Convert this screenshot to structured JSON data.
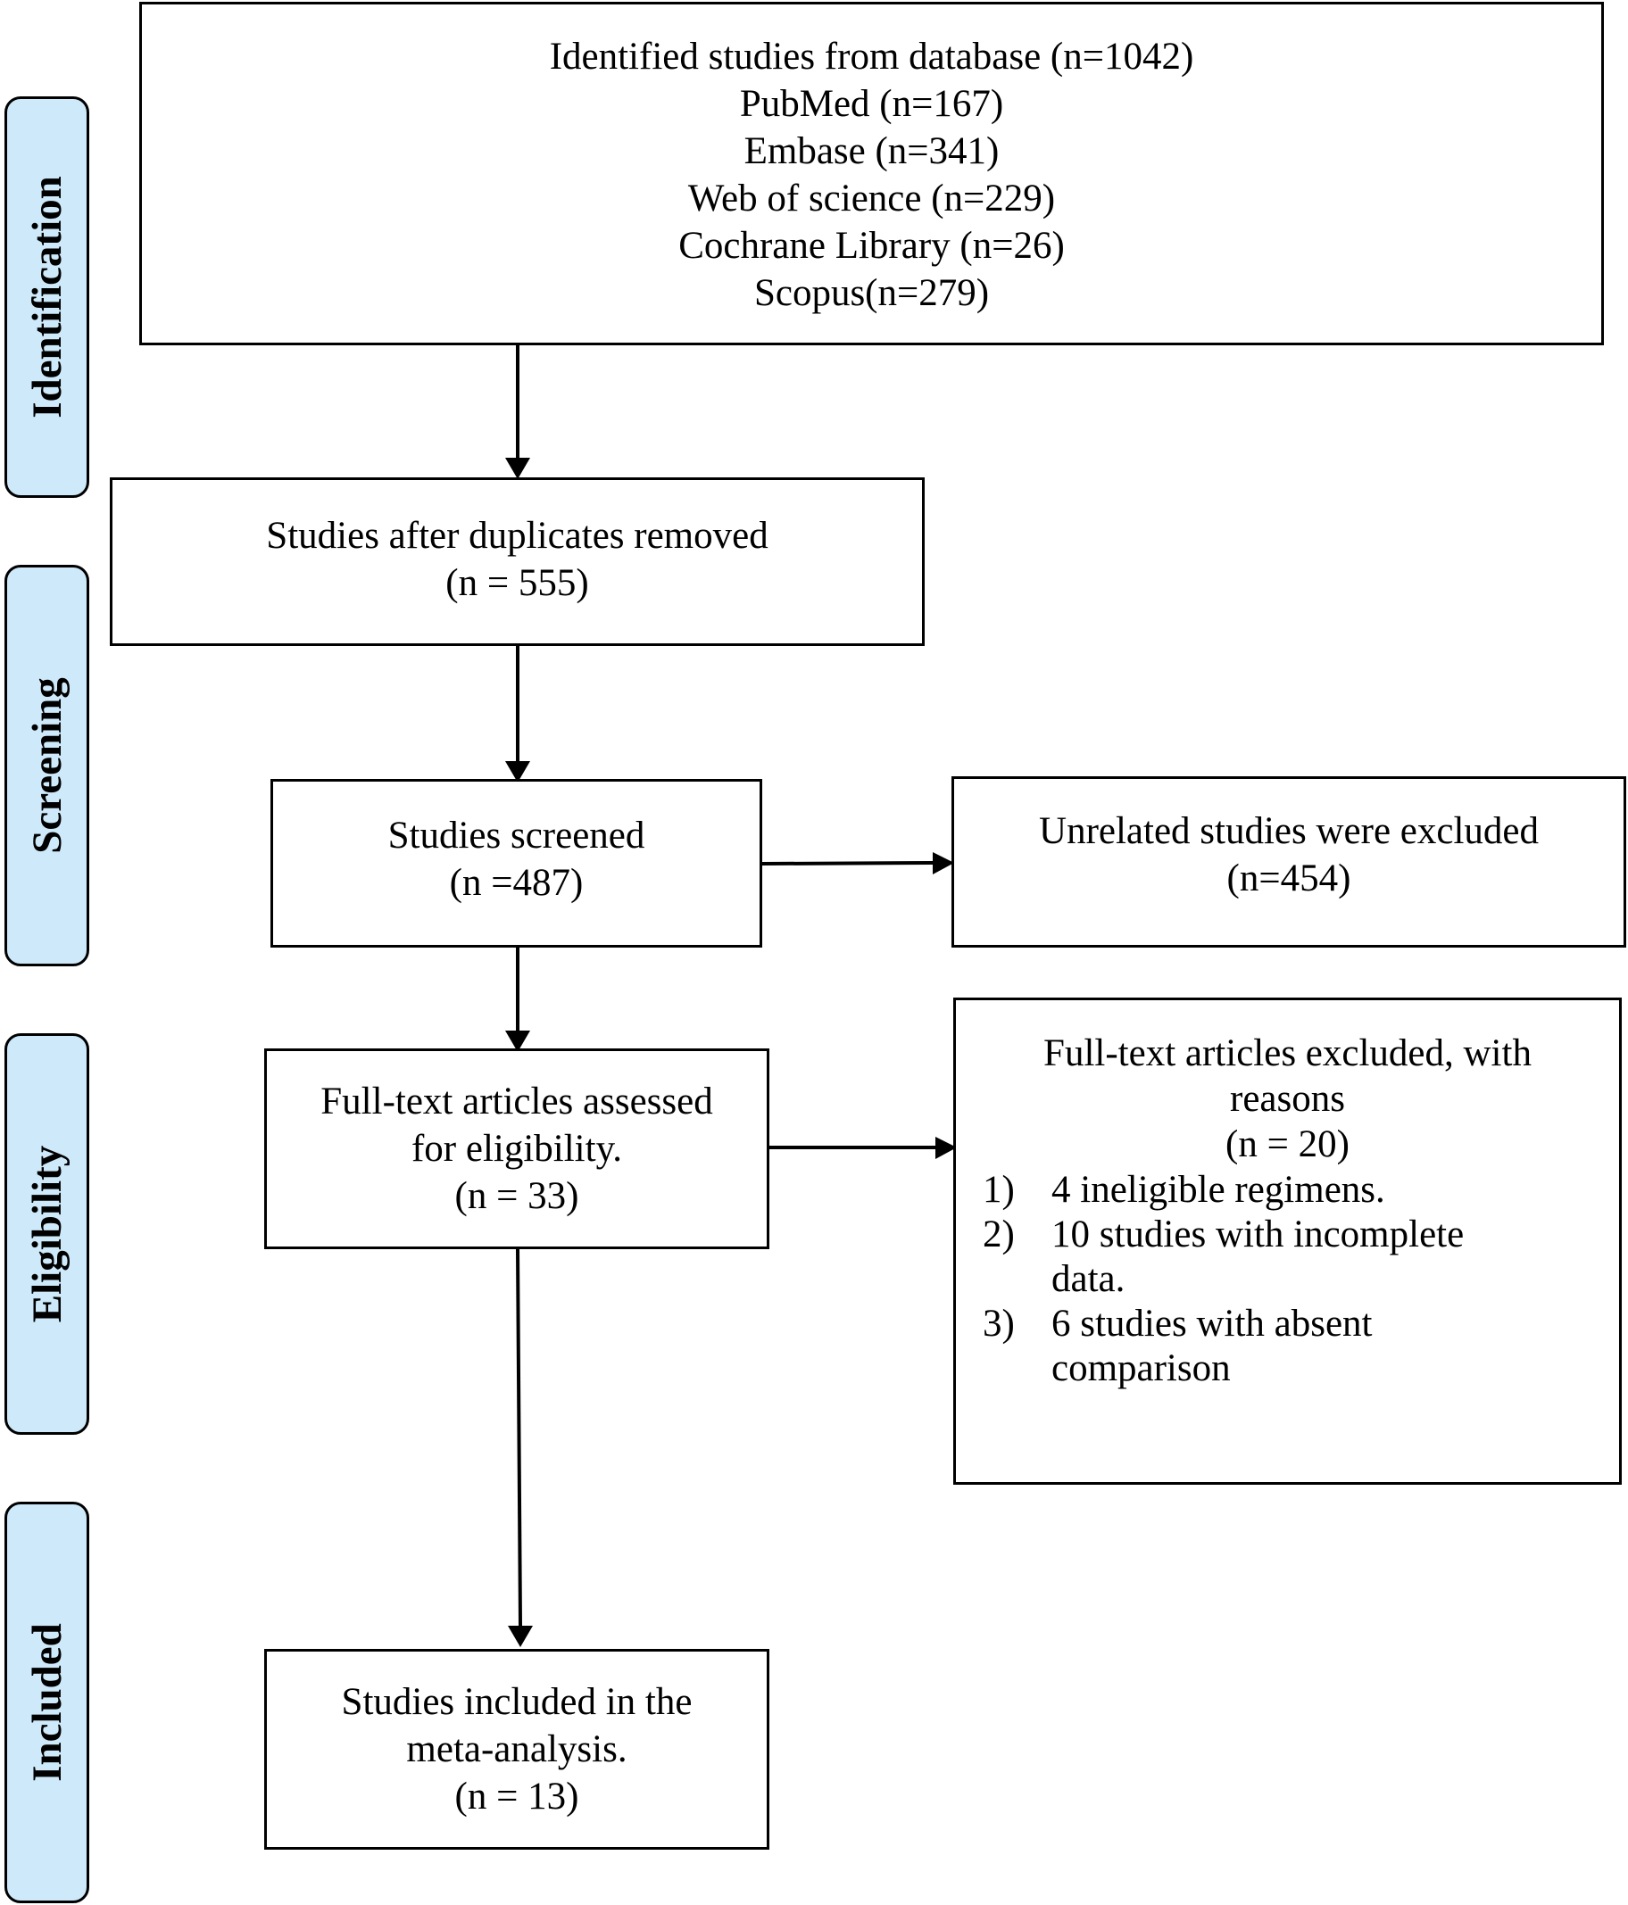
{
  "stages": {
    "identification": "Identification",
    "screening": "Screening",
    "eligibility": "Eligibility",
    "included": "Included"
  },
  "identified": {
    "line1": "Identified studies from database (n=1042)",
    "line2": "PubMed (n=167)",
    "line3": "Embase (n=341)",
    "line4": "Web of science (n=229)",
    "line5": "Cochrane Library (n=26)",
    "line6": "Scopus(n=279)"
  },
  "duplicates": {
    "line1": "Studies after duplicates removed",
    "line2": "(n = 555)"
  },
  "screened": {
    "line1": "Studies screened",
    "line2": "(n =487)"
  },
  "unrelated": {
    "line1": "Unrelated studies were excluded",
    "line2": "(n=454)"
  },
  "fulltext": {
    "line1": "Full-text articles assessed",
    "line2": "for eligibility.",
    "line3": "(n = 33)"
  },
  "excluded": {
    "line1": "Full-text articles excluded, with",
    "line2": "reasons",
    "line3": "(n = 20)",
    "reasons": [
      {
        "num": "1)",
        "line1": "4 ineligible regimens.",
        "line2": ""
      },
      {
        "num": "2)",
        "line1": "10 studies with incomplete",
        "line2": "data."
      },
      {
        "num": "3)",
        "line1": "6 studies with absent",
        "line2": "comparison"
      }
    ]
  },
  "included": {
    "line1": "Studies included in the",
    "line2": "meta-analysis.",
    "line3": "(n = 13)"
  }
}
